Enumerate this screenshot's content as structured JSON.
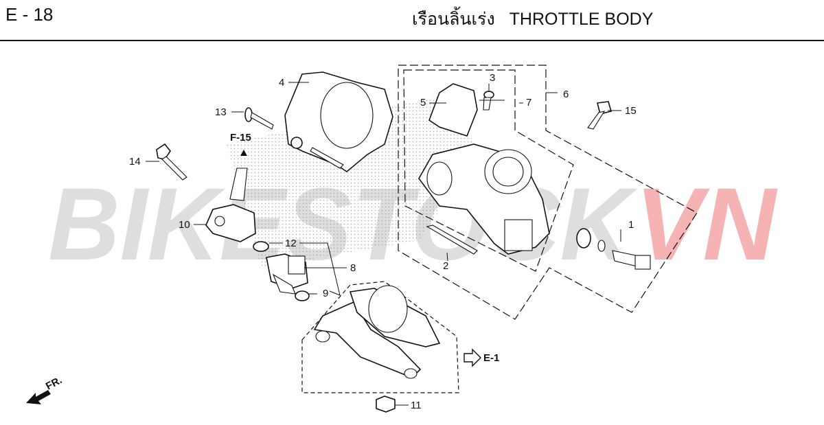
{
  "header": {
    "page_code": "E - 18",
    "title_thai": "เรือนลิ้นเร่ง",
    "title_en": "THROTTLE BODY"
  },
  "watermark": {
    "text_main": "BIKESTOCK",
    "text_accent": "VN",
    "color_main": "#d9d9d9",
    "color_accent": "#f4a6a6"
  },
  "callouts": [
    "1",
    "2",
    "3",
    "4",
    "5",
    "6",
    "7",
    "8",
    "9",
    "10",
    "11",
    "12",
    "13",
    "14",
    "15"
  ],
  "references": {
    "f15": "F-15",
    "e1": "E-1",
    "front": "FR."
  }
}
